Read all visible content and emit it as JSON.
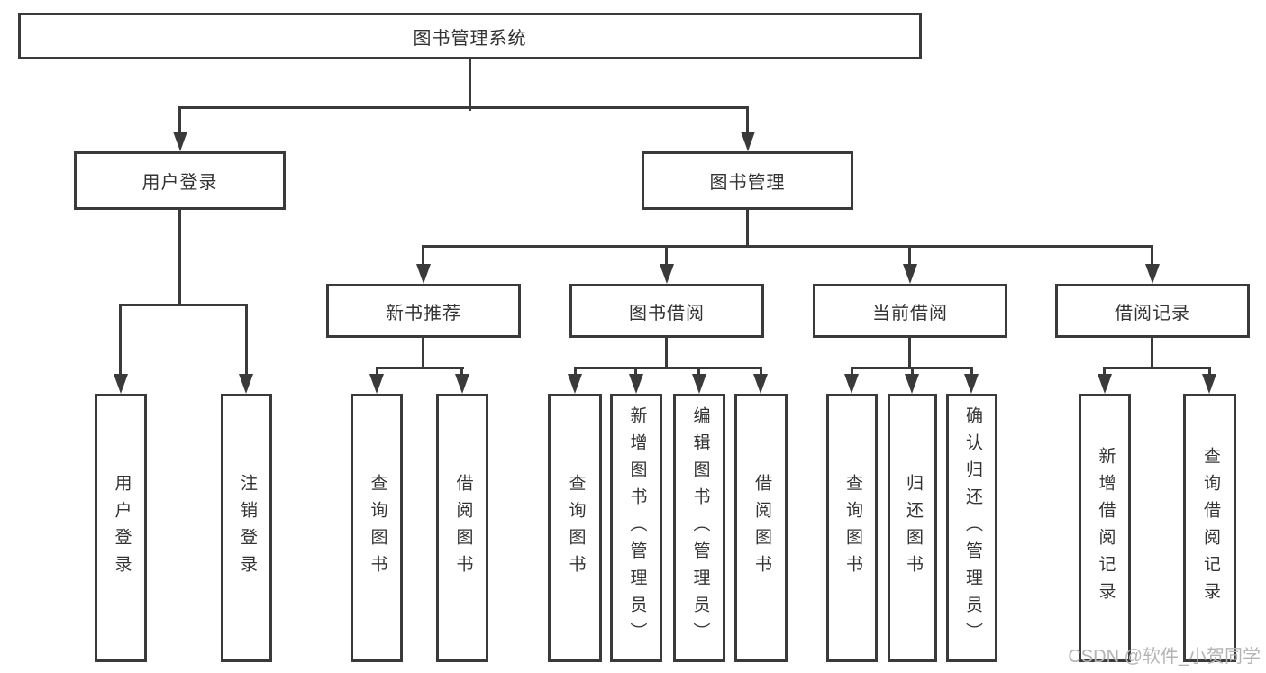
{
  "diagram": {
    "type": "hierarchy-tree",
    "tree": {
      "label": "图书管理系统",
      "children": [
        {
          "label": "用户登录",
          "children": [
            {
              "label": "用户登录"
            },
            {
              "label": "注销登录"
            }
          ]
        },
        {
          "label": "图书管理",
          "children": [
            {
              "label": "新书推荐",
              "children": [
                {
                  "label": "查询图书"
                },
                {
                  "label": "借阅图书"
                }
              ]
            },
            {
              "label": "图书借阅",
              "children": [
                {
                  "label": "查询图书"
                },
                {
                  "label": "新增图书（管理员）"
                },
                {
                  "label": "编辑图书（管理员）"
                },
                {
                  "label": "借阅图书"
                }
              ]
            },
            {
              "label": "当前借阅",
              "children": [
                {
                  "label": "查询图书"
                },
                {
                  "label": "归还图书"
                },
                {
                  "label": "确认归还（管理员）"
                }
              ]
            },
            {
              "label": "借阅记录",
              "children": [
                {
                  "label": "新增借阅记录"
                },
                {
                  "label": "查询借阅记录"
                }
              ]
            }
          ]
        }
      ]
    },
    "colors": {
      "line": "#3a3a3a",
      "text": "#333333",
      "background": "#ffffff",
      "watermark": "#b3b3b3"
    }
  },
  "watermark": {
    "text": "CSDN @软件_小贺同学"
  }
}
